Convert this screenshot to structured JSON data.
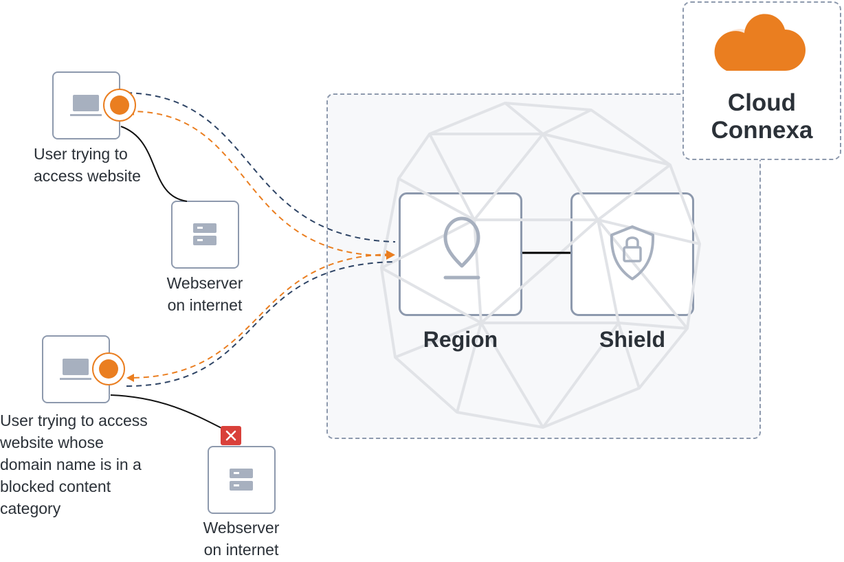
{
  "brand": {
    "name_line1": "Cloud",
    "name_line2": "Connexa",
    "logo_icon": "cloud-logo-icon",
    "colors": {
      "primary": "#ea7e20",
      "secondary": "#fbe6d6"
    }
  },
  "nodes": {
    "region": {
      "label": "Region",
      "icon": "location-pin-icon"
    },
    "shield": {
      "label": "Shield",
      "icon": "shield-lock-icon"
    },
    "user_allowed": {
      "label": "User trying to\naccess website",
      "icon": "laptop-icon"
    },
    "webserver_allowed": {
      "label": "Webserver\non internet",
      "icon": "server-icon"
    },
    "user_blocked": {
      "label": "User trying to access\nwebsite whose\ndomain name is in a\nblocked content\ncategory",
      "icon": "laptop-icon"
    },
    "webserver_blocked": {
      "label": "Webserver\non internet",
      "icon": "server-icon",
      "status_icon": "blocked-x-icon"
    }
  },
  "colors": {
    "request_line": "#2f4566",
    "response_line": "#ea7e20",
    "blocked": "#d9403a",
    "border": "#8d99ad",
    "icon": "#a7b0bf"
  }
}
